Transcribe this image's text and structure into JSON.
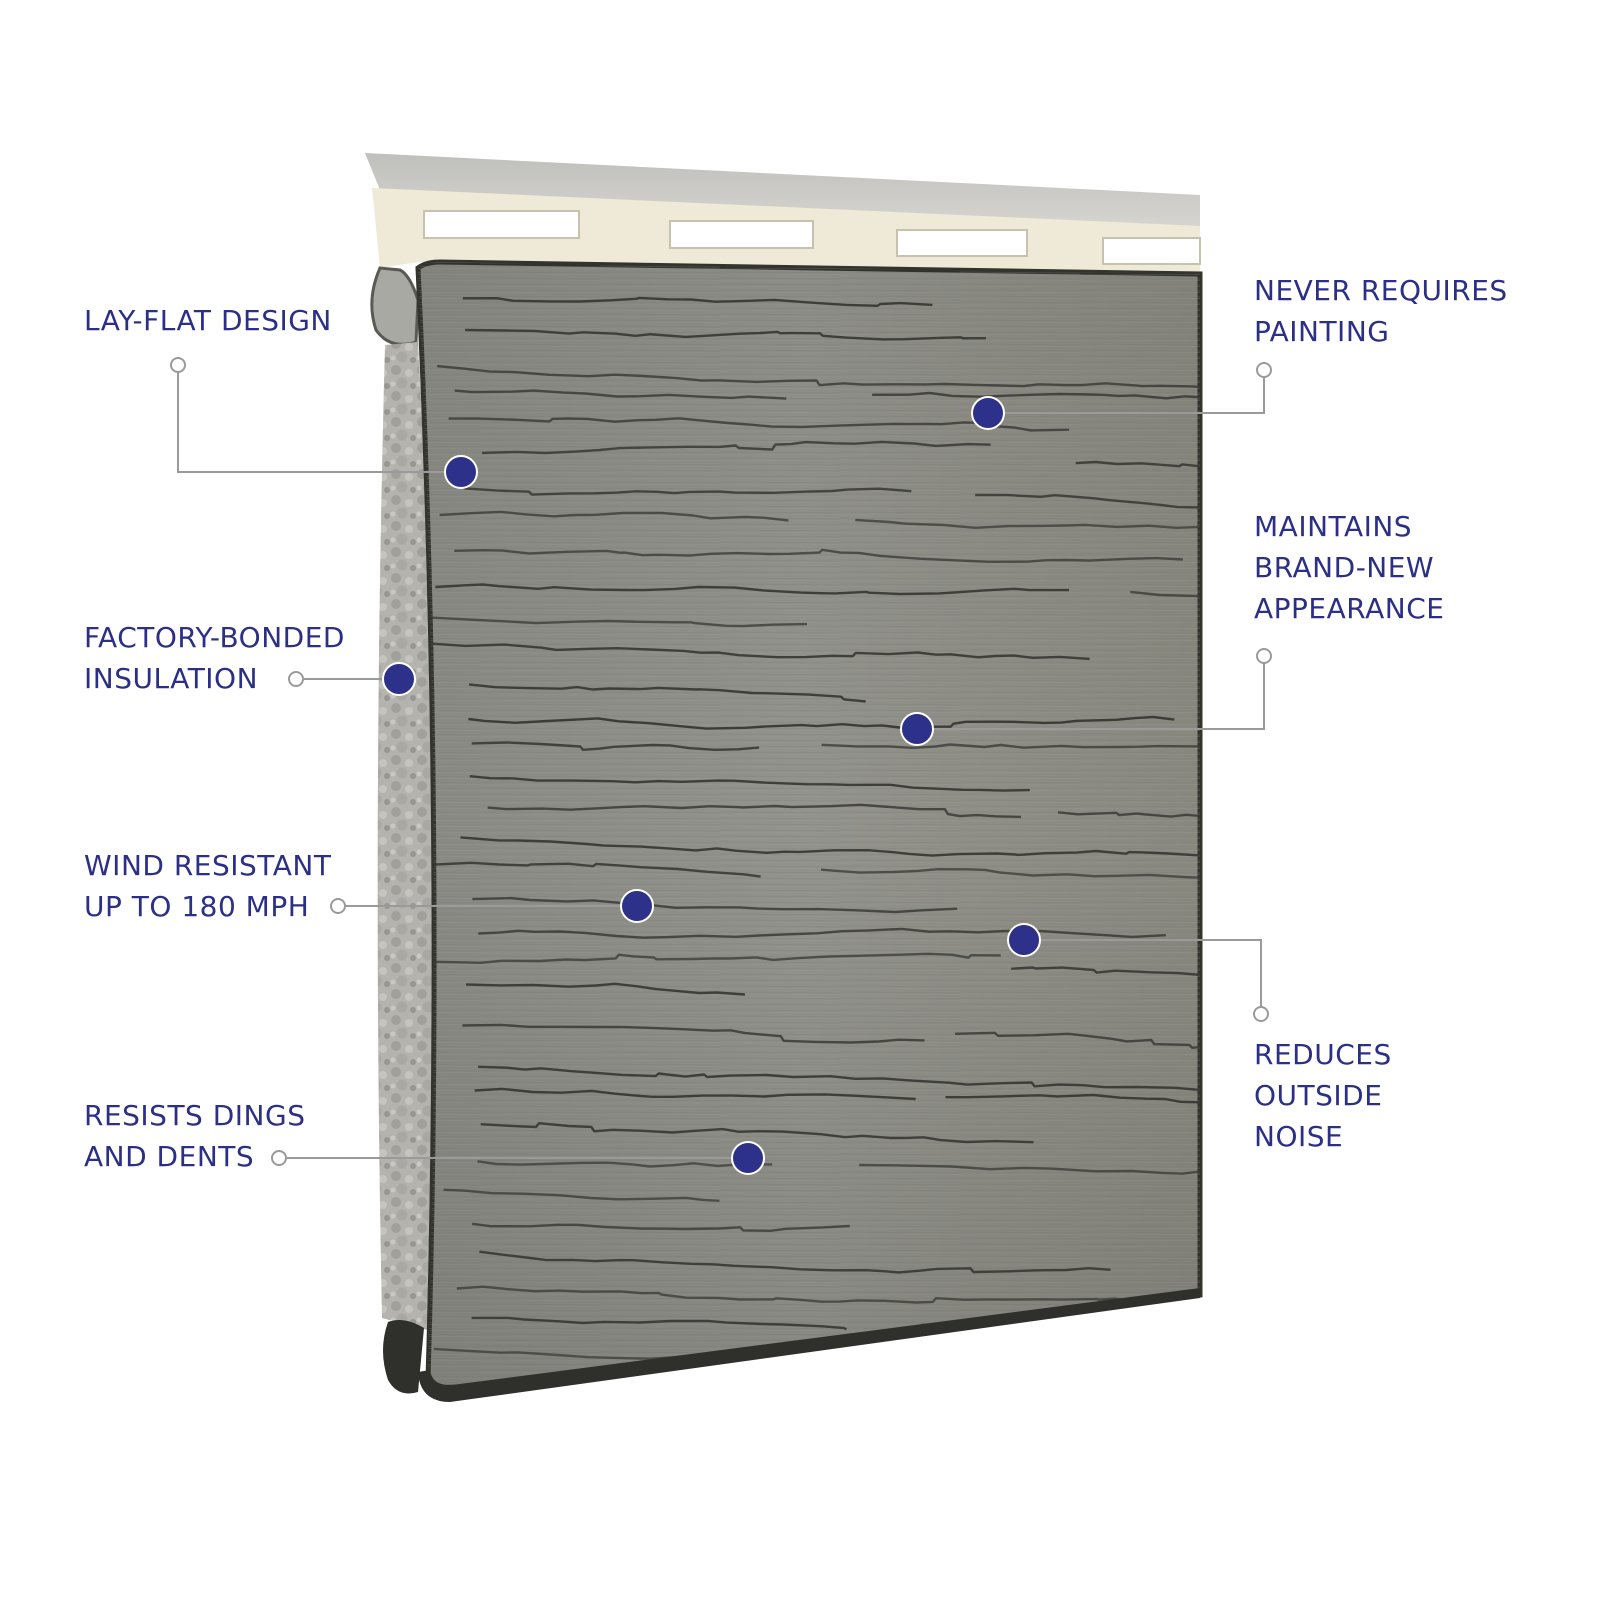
{
  "colors": {
    "label_text": "#2b2f86",
    "marker_fill": "#2d318a",
    "marker_ring": "#ffffff",
    "leader_line": "#9a9a9a",
    "siding_face": "#8d8d87",
    "siding_groove": "#3c3c38",
    "nailing_hem": "#f1ebd9",
    "foam_insulation": "#bcbab4",
    "edge_lock": "#2e2e2a"
  },
  "panel": {
    "subject": "insulated vinyl siding panel, cutaway view",
    "finish": "woodgrain texture"
  },
  "callouts": [
    {
      "id": "lay-flat-design",
      "lines": [
        "LAY-FLAT DESIGN"
      ]
    },
    {
      "id": "factory-bonded-insulation",
      "lines": [
        "FACTORY-BONDED",
        "INSULATION"
      ]
    },
    {
      "id": "wind-resistant",
      "lines": [
        "WIND RESISTANT",
        "UP TO 180 MPH"
      ]
    },
    {
      "id": "resists-dings",
      "lines": [
        "RESISTS DINGS",
        "AND DENTS"
      ]
    },
    {
      "id": "never-requires-painting",
      "lines": [
        "NEVER REQUIRES",
        "PAINTING"
      ]
    },
    {
      "id": "maintains-appearance",
      "lines": [
        "MAINTAINS",
        "BRAND-NEW",
        "APPEARANCE"
      ]
    },
    {
      "id": "reduces-noise",
      "lines": [
        "REDUCES",
        "OUTSIDE",
        "NOISE"
      ]
    }
  ]
}
